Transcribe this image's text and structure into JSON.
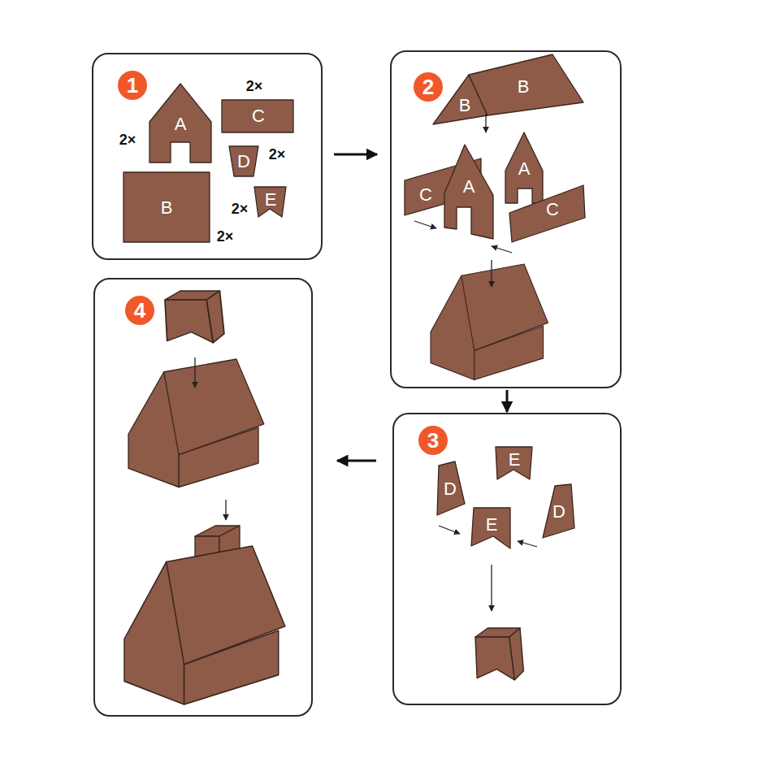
{
  "diagram": {
    "nodes": [
      {
        "text": [
          "1"
        ]
      },
      {
        "text": [
          "2"
        ]
      },
      {
        "text": [
          "3"
        ]
      },
      {
        "text": [
          "4"
        ]
      }
    ],
    "edges": [
      {
        "from": 0,
        "to": 1,
        "arrow": "to"
      },
      {
        "from": 1,
        "to": 2,
        "arrow": "to"
      },
      {
        "from": 2,
        "to": 3,
        "arrow": "to"
      }
    ],
    "labels": [
      "2×",
      "A",
      "2×",
      "C",
      "D",
      "2×",
      "B",
      "2×",
      "E",
      "2×",
      "B",
      "B",
      "C",
      "A",
      "A",
      "C",
      "E",
      "D",
      "E",
      "D"
    ]
  }
}
